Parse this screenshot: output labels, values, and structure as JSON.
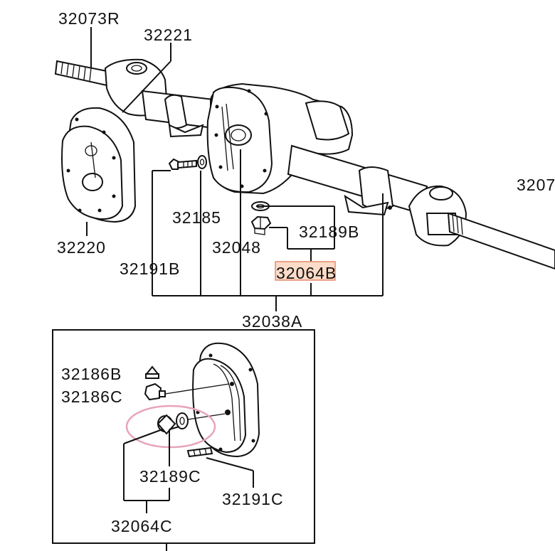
{
  "diagram": {
    "labels": {
      "p32073R": "32073R",
      "p32221": "32221",
      "p32220": "32220",
      "p32185": "32185",
      "p32048": "32048",
      "p32189B": "32189B",
      "p32191B": "32191B",
      "p32064B": "32064B",
      "p3207": "3207",
      "p32038A": "32038A",
      "p32186B": "32186B",
      "p32186C": "32186C",
      "p32189C": "32189C",
      "p32191C": "32191C",
      "p32064C": "32064C"
    },
    "colors": {
      "ink": "#111111",
      "highlight_fill": "#fbdcc8",
      "highlight_stroke": "#e58a6a",
      "circle_mark": "#e8a4b8"
    }
  }
}
